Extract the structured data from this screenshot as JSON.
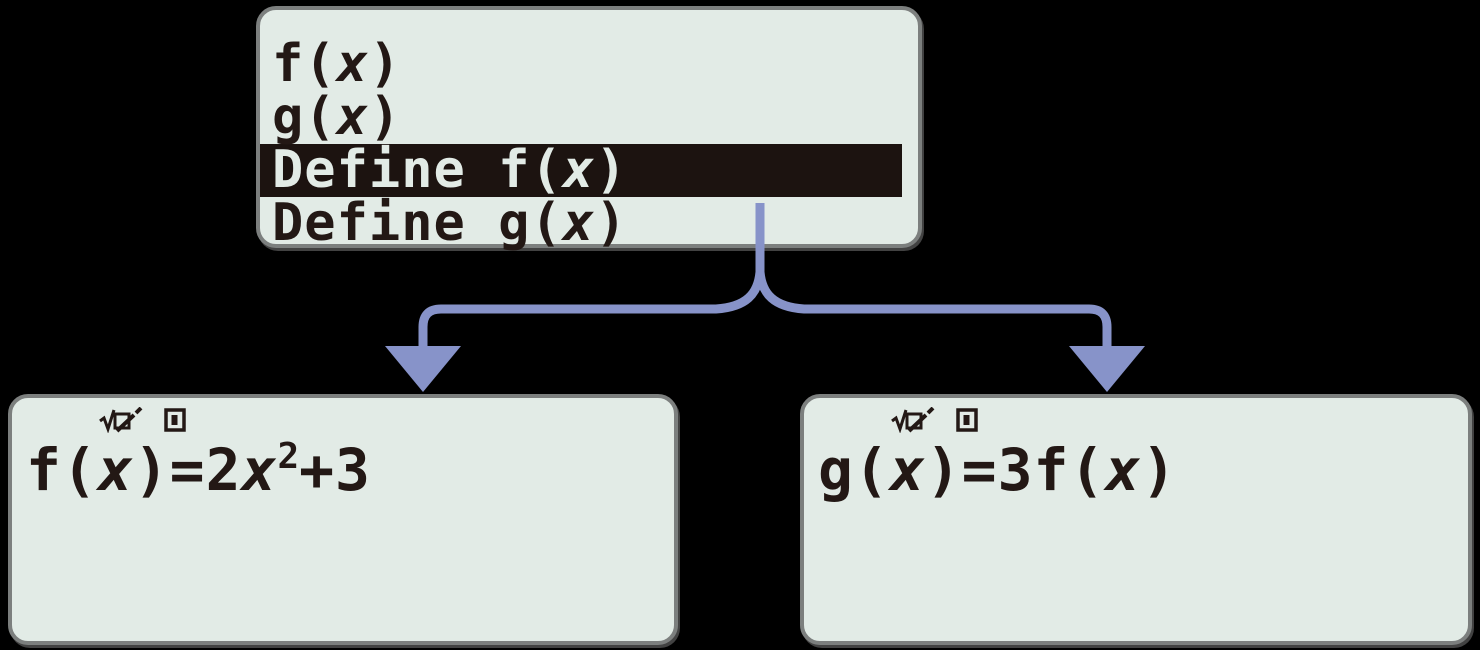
{
  "menu_screen": {
    "items": [
      {
        "label": "f(x)",
        "selected": false
      },
      {
        "label": "g(x)",
        "selected": false
      },
      {
        "label": "Define f(x)",
        "selected": true
      },
      {
        "label": "Define g(x)",
        "selected": false
      }
    ],
    "selected_label": "Define f(x)"
  },
  "define_f_screen": {
    "status_icons": [
      "math-input-indicator-icon",
      "battery-icon"
    ],
    "equation": {
      "pre": "f(x)=2x",
      "sup": "2",
      "post": "+3",
      "full": "f(x)=2x^2+3"
    }
  },
  "define_g_screen": {
    "status_icons": [
      "math-input-indicator-icon",
      "battery-icon"
    ],
    "equation": {
      "pre": "g(x)=3f(x)",
      "sup": "",
      "post": "",
      "full": "g(x)=3f(x)"
    }
  },
  "colors": {
    "screen_bg": "#e2ebe6",
    "screen_border": "#7c7f7e",
    "ink": "#231815",
    "highlight": "#1c1310",
    "arrow": "#8793c9",
    "page_bg": "#000000"
  }
}
